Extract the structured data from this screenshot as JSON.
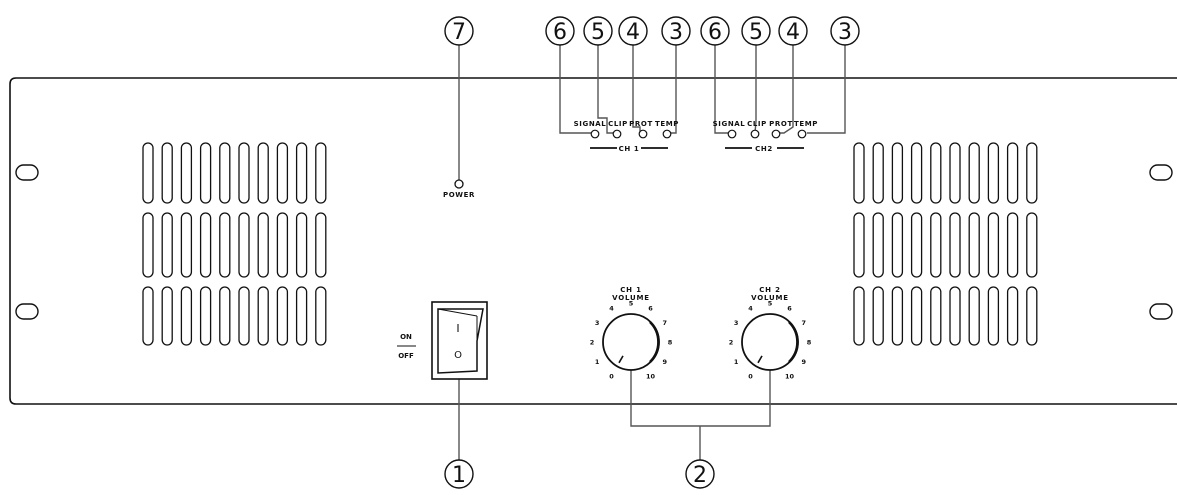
{
  "callouts": {
    "power": "7",
    "ch1_signal": "6",
    "ch1_clip": "5",
    "ch1_prot": "4",
    "ch1_temp": "3",
    "ch2_signal": "6",
    "ch2_clip": "5",
    "ch2_prot": "4",
    "ch2_temp": "3",
    "switch": "1",
    "volume": "2"
  },
  "led_labels": {
    "power": "POWER",
    "signal": "SIGNAL",
    "clip": "CLIP",
    "prot": "PROT",
    "temp": "TEMP"
  },
  "channel_labels": {
    "ch1": "CH 1",
    "ch2": "CH2"
  },
  "knobs": {
    "ch1_title": "CH 1",
    "ch2_title": "CH 2",
    "volume": "VOLUME",
    "scale": [
      "0",
      "1",
      "2",
      "3",
      "4",
      "5",
      "6",
      "7",
      "8",
      "9",
      "10"
    ]
  },
  "switch": {
    "on": "ON",
    "off": "OFF",
    "on_symbol": "I",
    "off_symbol": "O"
  }
}
